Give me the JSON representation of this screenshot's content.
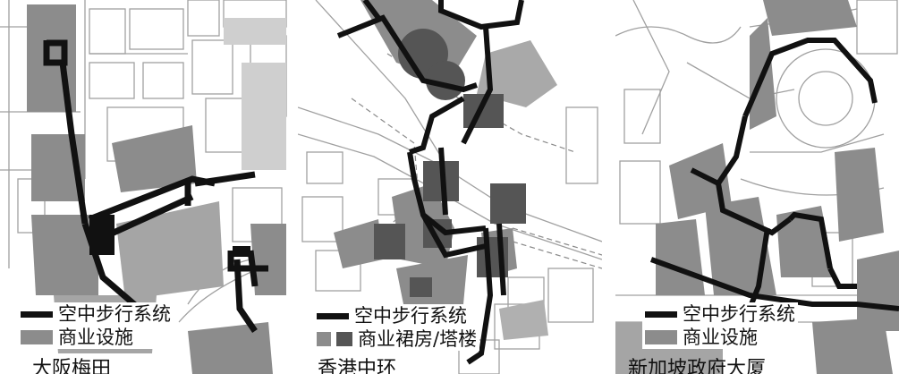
{
  "panels": [
    {
      "caption": "大阪梅田",
      "legend": {
        "walkway": "空中步行系统",
        "commercial": "商业设施"
      }
    },
    {
      "caption": "香港中环",
      "legend": {
        "walkway": "空中步行系统",
        "commercial": "商业裙房/塔楼"
      }
    },
    {
      "caption": "新加坡政府大厦",
      "legend": {
        "walkway": "空中步行系统",
        "commercial": "商业设施"
      }
    }
  ],
  "colors": {
    "walkway": "#111111",
    "commercial": "#8c8c8c",
    "tower": "#555555",
    "street_lines": "#9a9a9a"
  }
}
